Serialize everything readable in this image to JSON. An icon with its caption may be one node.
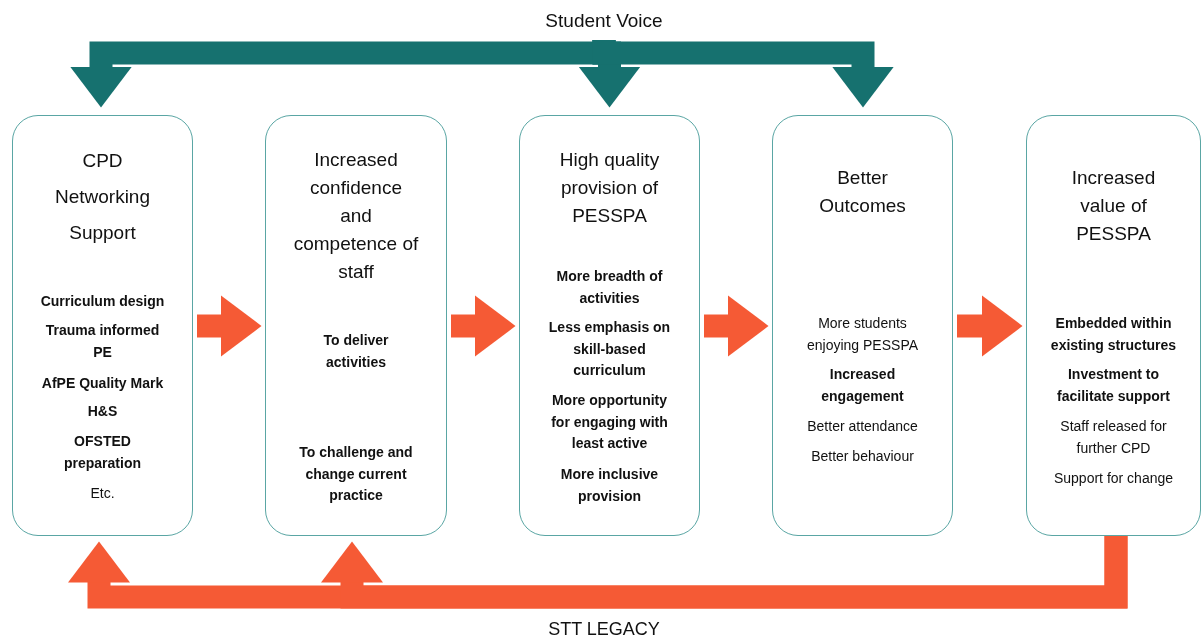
{
  "diagram": {
    "nodes": [
      {
        "text": [
          "CPD Networking Support",
          "**Curriculum design**",
          "**Trauma informed PE**",
          "**AfPE Quality Mark**",
          "**H&S**",
          "**OFSTED preparation**",
          "Etc."
        ]
      },
      {
        "text": [
          "Increased confidence and competence of staff",
          "**To deliver activities**",
          "**To challenge and change current practice**"
        ]
      },
      {
        "text": [
          "High quality provision of PESSPA",
          "**More breadth of activities**",
          "**Less emphasis on skill-based curriculum**",
          "**More opportunity for engaging with least active**",
          "**More inclusive provision**"
        ]
      },
      {
        "text": [
          "Better Outcomes",
          "More students enjoying PESSPA",
          "**Increased engagement**",
          "Better attendance",
          "Better behaviour"
        ]
      },
      {
        "text": [
          "Increased value of PESSPA",
          "**Embedded within existing structures**",
          "**Investment to facilitate support**",
          "Staff released for further CPD",
          "Support for change"
        ]
      },
      {
        "text": [
          "Student Voice"
        ]
      }
    ],
    "edges": [
      {
        "from": 0,
        "to": 1,
        "arrow": "to"
      },
      {
        "from": 1,
        "to": 2,
        "arrow": "to"
      },
      {
        "from": 2,
        "to": 3,
        "arrow": "to"
      },
      {
        "from": 3,
        "to": 4,
        "arrow": "to"
      },
      {
        "from": 5,
        "to": 0,
        "arrow": "to",
        "color": "#16716f"
      },
      {
        "from": 5,
        "to": 2,
        "arrow": "to",
        "color": "#16716f"
      },
      {
        "from": 5,
        "to": 3,
        "arrow": "to",
        "color": "#16716f"
      },
      {
        "from": 4,
        "to": 0,
        "arrow": "to"
      },
      {
        "from": 4,
        "to": 1,
        "arrow": "to"
      }
    ],
    "labels": [
      "STT LEGACY"
    ]
  }
}
